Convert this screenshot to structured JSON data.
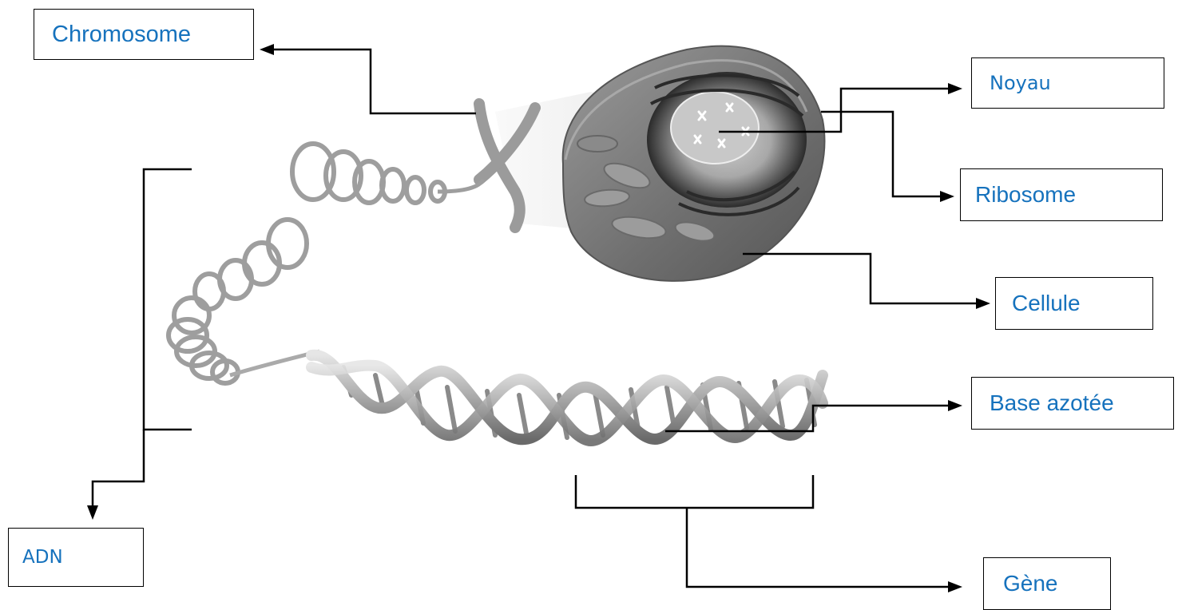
{
  "labels": {
    "chromosome": "Chromosome",
    "noyau": "Noyau",
    "ribosome": "Ribosome",
    "cellule": "Cellule",
    "base_azotee": "Base azotée",
    "adn": "ADN",
    "gene": "Gène"
  },
  "colors": {
    "label_text": "#1672bd",
    "box_border": "#000000",
    "line": "#000000",
    "cell_body": "#7a7a7a",
    "nucleus": "#3a3a3a",
    "dna_strand": "#b8b8b8"
  }
}
